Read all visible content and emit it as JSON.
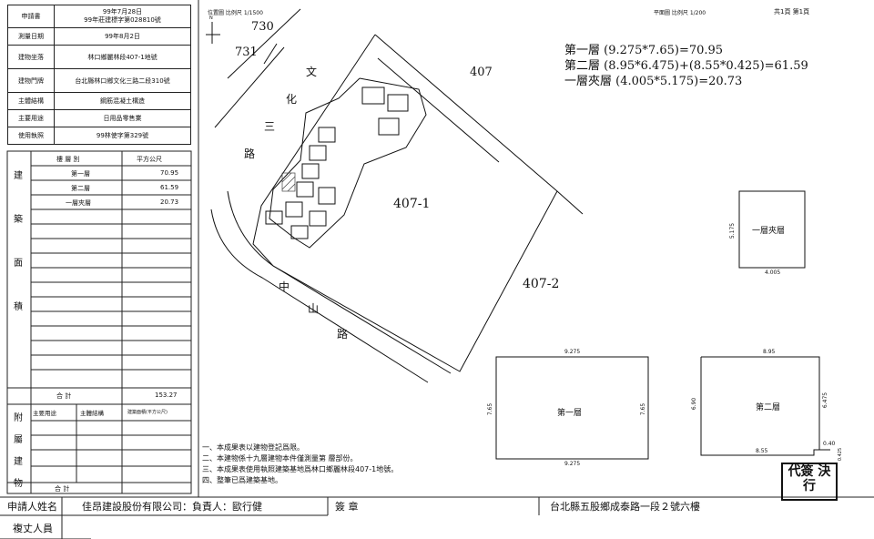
{
  "form": {
    "rows": [
      {
        "label": "申請書",
        "value": "99年7月28日\n99年莊建標字第028810號"
      },
      {
        "label": "測量日期",
        "value": "99年8月2日"
      },
      {
        "label": "建物坐落",
        "value": "林口鄉麗林段407-1地號"
      },
      {
        "label": "建物門牌",
        "value": "台北縣林口鄉文化三路二段310號"
      },
      {
        "label": "主體結構",
        "value": "鋼筋混凝土構造"
      },
      {
        "label": "主要用途",
        "value": "日用品零售業"
      },
      {
        "label": "使用執照",
        "value": "99林使字第329號"
      }
    ],
    "area_section_label": [
      "建",
      "築",
      "面",
      "積"
    ],
    "area_header": {
      "floor": "樓 層 別",
      "unit": "平方公尺"
    },
    "floors": [
      {
        "name": "第一層",
        "area": "70.95"
      },
      {
        "name": "第二層",
        "area": "61.59"
      },
      {
        "name": "一層夾層",
        "area": "20.73"
      }
    ],
    "total_label": "合    計",
    "total_value": "153.27",
    "annex_section_label": [
      "附",
      "屬",
      "建",
      "物"
    ],
    "annex_header": {
      "use": "主要用途",
      "structure": "主體結構",
      "area": "建築面積(平方公尺)"
    },
    "annex_total_label": "合  計"
  },
  "location_map": {
    "title": "位置圖 比例尺 1/1500",
    "north": "N",
    "lots": [
      "730",
      "731",
      "407",
      "407-1",
      "407-2"
    ],
    "road1": [
      "文",
      "化",
      "三",
      "路"
    ],
    "road2": [
      "中",
      "山",
      "路"
    ]
  },
  "floor_plan": {
    "title": "平面圖 比例尺 1/200",
    "page": "共1頁 第1頁",
    "formulas": [
      "第一層 (9.275*7.65)=70.95",
      "第二層 (8.95*6.475)+(8.55*0.425)=61.59",
      "一層夾層 (4.005*5.175)=20.73"
    ],
    "mezzanine": {
      "label": "一層夾層",
      "w": "4.005",
      "h": "5.175"
    },
    "first": {
      "label": "第一層",
      "w_top": "9.275",
      "w_bottom": "9.275",
      "h_left": "7.65",
      "h_right": "7.65"
    },
    "second": {
      "label": "第二層",
      "w_top": "8.95",
      "w_bottom": "8.55",
      "h_left": "6.90",
      "h_right": "6.475",
      "notch_w": "0.40",
      "notch_h": "0.425"
    }
  },
  "notes": [
    "一、本成果表以建物登記爲限。",
    "二、本建物係十九層建物本件僅測量第  層部份。",
    "三、本成果表使用執照建築基地爲林口鄉麗林段407-1地號。",
    "四、整筆已爲建築基地。"
  ],
  "footer": {
    "applicant_label": "申請人姓名",
    "applicant_value": "佳昂建設股份有限公司：負責人：歐行健",
    "sign_label": "簽  章",
    "address": "台北縣五股鄉成泰路一段２號六樓",
    "agent_label": "複丈人員"
  },
  "stamp": {
    "text": "代簽 決行"
  }
}
